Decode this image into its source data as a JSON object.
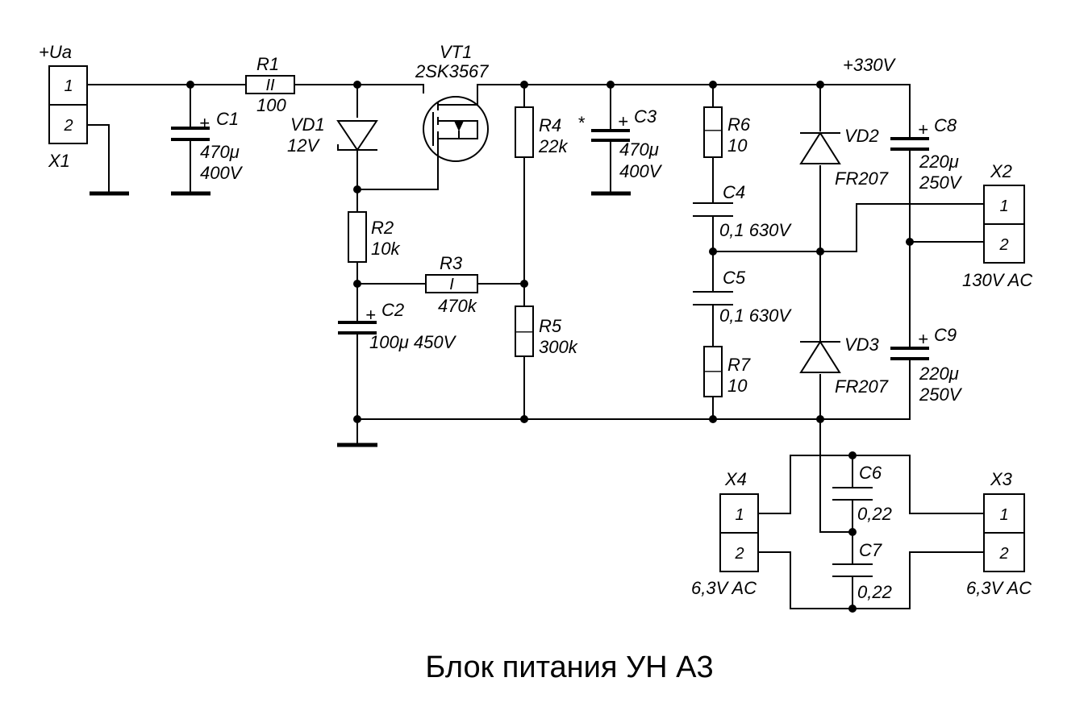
{
  "title": "Блок питания УН А3",
  "rails": {
    "input": "+Ua",
    "output": "+330V"
  },
  "connectors": {
    "X1": {
      "ref": "X1",
      "pins": [
        "1",
        "2"
      ]
    },
    "X2": {
      "ref": "X2",
      "pins": [
        "1",
        "2"
      ],
      "note": "130V AC"
    },
    "X3": {
      "ref": "X3",
      "pins": [
        "1",
        "2"
      ],
      "note": "6,3V AC"
    },
    "X4": {
      "ref": "X4",
      "pins": [
        "1",
        "2"
      ],
      "note": "6,3V AC"
    }
  },
  "components": {
    "C1": {
      "ref": "C1",
      "polarity": "+",
      "value1": "470μ",
      "value2": "400V"
    },
    "R1": {
      "ref": "R1",
      "marking": "II",
      "value": "100"
    },
    "VD1": {
      "ref": "VD1",
      "value": "12V"
    },
    "VT1": {
      "ref": "VT1",
      "value": "2SK3567"
    },
    "R2": {
      "ref": "R2",
      "value": "10k"
    },
    "C2": {
      "ref": "C2",
      "polarity": "+",
      "value": "100μ 450V"
    },
    "R3": {
      "ref": "R3",
      "marking": "I",
      "value": "470k"
    },
    "R4": {
      "ref": "R4",
      "value": "22k"
    },
    "R5": {
      "ref": "R5",
      "marking": "—",
      "value": "300k"
    },
    "C3": {
      "ref": "C3",
      "polarity": "+",
      "star": "*",
      "value1": "470μ",
      "value2": "400V"
    },
    "R6": {
      "ref": "R6",
      "marking": "—",
      "value": "10"
    },
    "C4": {
      "ref": "C4",
      "value": "0,1 630V"
    },
    "C5": {
      "ref": "C5",
      "value": "0,1 630V"
    },
    "R7": {
      "ref": "R7",
      "marking": "—",
      "value": "10"
    },
    "VD2": {
      "ref": "VD2",
      "value": "FR207"
    },
    "VD3": {
      "ref": "VD3",
      "value": "FR207"
    },
    "C8": {
      "ref": "C8",
      "polarity": "+",
      "value1": "220μ",
      "value2": "250V"
    },
    "C9": {
      "ref": "C9",
      "polarity": "+",
      "value1": "220μ",
      "value2": "250V"
    },
    "C6": {
      "ref": "C6",
      "value": "0,22"
    },
    "C7": {
      "ref": "C7",
      "value": "0,22"
    }
  }
}
